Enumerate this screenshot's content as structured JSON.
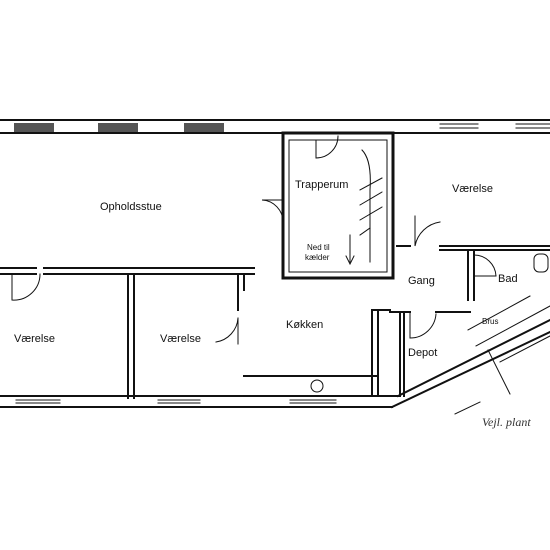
{
  "plan": {
    "rooms": {
      "opholdsstue": "Opholdsstue",
      "trapperum": "Trapperum",
      "vaerelse_right": "Værelse",
      "vaerelse_left": "Værelse",
      "vaerelse_mid": "Værelse",
      "koekken": "Køkken",
      "gang": "Gang",
      "bad": "Bad",
      "depot": "Depot",
      "brus": "Brus"
    },
    "stair_note_line1": "Ned til",
    "stair_note_line2": "kælder",
    "caption": "Vejl. plant"
  }
}
